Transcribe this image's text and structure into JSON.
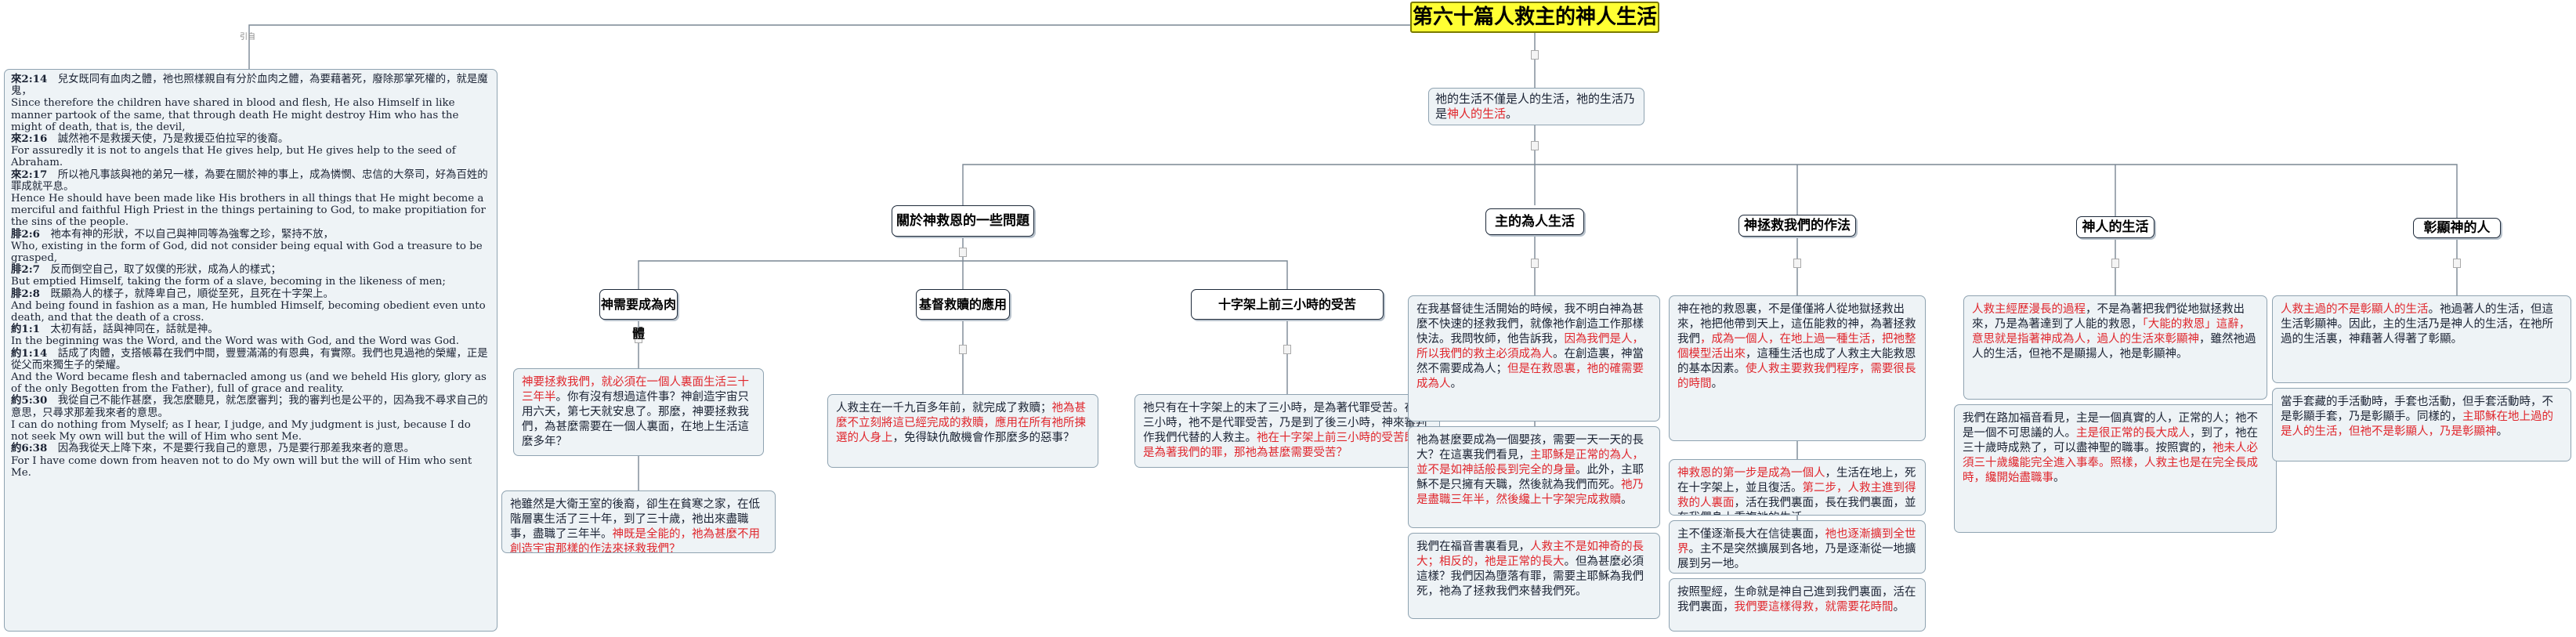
{
  "title": "第六十篇人救主的神人生活",
  "quote_label": "引自",
  "scripture": [
    {
      "ref": "來2:14",
      "zh": "兒女既同有血肉之體，祂也照樣親自有分於血肉之體，為要藉著死，廢除那掌死權的，就是魔鬼，",
      "en": "Since therefore the children have shared in blood and flesh, He also Himself in like manner partook of the same, that through death He might destroy Him who has the might of death, that is, the devil,"
    },
    {
      "ref": "來2:16",
      "zh": "誠然祂不是救援天使，乃是救援亞伯拉罕的後裔。",
      "en": "For assuredly it is not to angels that He gives help, but He gives help to the seed of Abraham."
    },
    {
      "ref": "來2:17",
      "zh": "所以祂凡事該與祂的弟兄一樣，為要在關於神的事上，成為憐憫、忠信的大祭司，好為百姓的罪成就平息。",
      "en": "Hence He should have been made like His brothers in all things that He might become a merciful and faithful High Priest in the things pertaining to God, to make propitiation for the sins of the people."
    },
    {
      "ref": "腓2:6",
      "zh": "祂本有神的形狀，不以自己與神同等為強奪之珍，緊持不放，",
      "en": "Who, existing in the form of God, did not consider being equal with God a treasure to be grasped,"
    },
    {
      "ref": "腓2:7",
      "zh": "反而倒空自己，取了奴僕的形狀，成為人的樣式；",
      "en": "But emptied Himself, taking the form of a slave, becoming in the likeness of men;"
    },
    {
      "ref": "腓2:8",
      "zh": "既顯為人的樣子，就降卑自己，順從至死，且死在十字架上。",
      "en": "And being found in fashion as a man, He humbled Himself, becoming obedient even unto death, and that the death of a cross."
    },
    {
      "ref": "約1:1",
      "zh": "太初有話，話與神同在，話就是神。",
      "en": "In the beginning was the Word, and the Word was with God, and the Word was God."
    },
    {
      "ref": "約1:14",
      "zh": "話成了肉體，支搭帳幕在我們中間，豐豐滿滿的有恩典，有實際。我們也見過祂的榮耀，正是從父而來獨生子的榮耀。",
      "en": "And the Word became flesh and tabernacled among us (and we beheld His glory, glory as of the only Begotten from the Father), full of grace and reality."
    },
    {
      "ref": "約5:30",
      "zh": "我從自己不能作甚麼，我怎麼聽見，就怎麼審判；我的審判也是公平的，因為我不尋求自己的意思，只尋求那差我來者的意思。",
      "en": "I can do nothing from Myself; as I hear, I judge, and My judgment is just, because I do not seek My own will but the will of Him who sent Me."
    },
    {
      "ref": "約6:38",
      "zh": "因為我從天上降下來，不是要行我自己的意思，乃是要行那差我來者的意思。",
      "en": "For I have come down from heaven not to do My own will but the will of Him who sent Me."
    }
  ],
  "center_box": [
    {
      "t": "祂的生活不僅是人的生活，祂的生活乃是",
      "red": false
    },
    {
      "t": "神人的生活",
      "red": true
    },
    {
      "t": "。",
      "red": false
    }
  ],
  "topics": {
    "t1": "關於神救恩的一些問題",
    "t2": "主的為人生活",
    "t3": "神拯救我們的作法",
    "t4": "神人的生活",
    "t5": "彰顯神的人",
    "s1": "神需要成為肉體",
    "s2": "基督救贖的應用",
    "s3": "十字架上前三小時的受苦"
  },
  "notes": {
    "s1a": [
      {
        "t": "神要拯救我們，就必須在一個人裏面生活三十三年半",
        "red": true
      },
      {
        "t": "。你有沒有想過這件事？神創造宇宙只用六天，第七天就安息了。那麼，神要拯救我們，為甚麼需要在一個人裏面，在地上生活這麼多年？",
        "red": false
      }
    ],
    "s1b": [
      {
        "t": "祂雖然是大衛王室的後裔，卻生在貧寒之家，在低階層裏生活了三十年，到了三十歲，祂出來盡職事，盡職了三年半。",
        "red": false
      },
      {
        "t": "神既是全能的，祂為甚麼不用創造宇宙那樣的作法來拯救我們？",
        "red": true
      }
    ],
    "s2a": [
      {
        "t": "人救主在一千九百多年前，就完成了救贖；",
        "red": false
      },
      {
        "t": "祂為甚麼不立刻將這已經完成的救贖，應用在所有祂所揀選的人身上",
        "red": true
      },
      {
        "t": "，免得缺仇敵機會作那麼多的惡事？",
        "red": false
      }
    ],
    "s3a": [
      {
        "t": "祂只有在十字架上的末了三小時，是為著代罪受苦。在前三小時，祂不是代罪受苦，乃是到了後三小時，神來審判作我們代替的人救主。",
        "red": false
      },
      {
        "t": "祂在十字架上前三小時的受苦既不是為著我們的罪，那祂為甚麼需要受苦？",
        "red": true
      }
    ],
    "t2a": [
      {
        "t": "在我基督徒生活開始的時候，我不明白神為甚麼不快速的拯救我們，就像祂作創造工作那樣快法。我問牧師，他告訴我，",
        "red": false
      },
      {
        "t": "因為我們是人，所以我們的救主必須成為人",
        "red": true
      },
      {
        "t": "。在創造裏，神當然不需要成為人；",
        "red": false
      },
      {
        "t": "但是在救恩裏，祂的確需要成為人",
        "red": true
      },
      {
        "t": "。",
        "red": false
      }
    ],
    "t2b": [
      {
        "t": "祂為甚麼要成為一個嬰孩，需要一天一天的長大？在這裏我們看見，",
        "red": false
      },
      {
        "t": "主耶穌是正常的為人，並不是如神話般長到完全的身量",
        "red": true
      },
      {
        "t": "。此外，主耶穌不是只擁有天職，然後就為我們而死。",
        "red": false
      },
      {
        "t": "祂乃是盡職三年半，然後纔上十字架完成救贖",
        "red": true
      },
      {
        "t": "。",
        "red": false
      }
    ],
    "t2c": [
      {
        "t": "我們在福音書裏看見，",
        "red": false
      },
      {
        "t": "人救主不是如神奇的長大；相反的，祂是正常的長大",
        "red": true
      },
      {
        "t": "。但為甚麼必須這樣？我們因為墮落有罪，需要主耶穌為我們死，祂為了拯救我們來替我們死。",
        "red": false
      }
    ],
    "t3a": [
      {
        "t": "神在祂的救恩裏，不是僅僅將人從地獄拯救出來，祂把他帶到天上，這伍能救的神，為著拯救我們",
        "red": false
      },
      {
        "t": "，成為一個人，在地上過一種生活，把祂整個模型活出來",
        "red": true
      },
      {
        "t": "，這種生活也成了人救主大能救恩的基本因素。",
        "red": false
      },
      {
        "t": "使人救主要救我們程序，需要很長的時間",
        "red": true
      },
      {
        "t": "。",
        "red": false
      }
    ],
    "t3b": [
      {
        "t": "神救恩的第一步是成為一個人",
        "red": true
      },
      {
        "t": "，生活在地上，死在十字架上，並且復活。",
        "red": false
      },
      {
        "t": "第二步，人救主進到得救的人裏面",
        "red": true
      },
      {
        "t": "，活在我們裏面，長在我們裏面，並在我們身上重複祂的生活。",
        "red": false
      }
    ],
    "t3c": [
      {
        "t": "主不僅逐漸長大在信徒裏面，",
        "red": false
      },
      {
        "t": "祂也逐漸擴到全世界",
        "red": true
      },
      {
        "t": "。主不是突然擴展到各地，乃是逐漸從一地擴展到另一地。",
        "red": false
      }
    ],
    "t3d": [
      {
        "t": "按照聖經，生命就是神自己進到我們裏面，活在我們裏面，",
        "red": false
      },
      {
        "t": "我們要這樣得救，就需要花時間",
        "red": true
      },
      {
        "t": "。",
        "red": false
      }
    ],
    "t4a": [
      {
        "t": "人救主經歷漫長的過程",
        "red": true
      },
      {
        "t": "，不是為著把我們從地獄拯救出來，乃是為著達到了人能的救恩，",
        "red": false
      },
      {
        "t": "「大能的救恩」這辭，意思就是指著神成為人，過人的生活來彰顯神",
        "red": true
      },
      {
        "t": "，雖然祂過人的生活，但祂不是顯揚人，祂是彰顯神。",
        "red": false
      }
    ],
    "t4b": [
      {
        "t": "我們在路加福音看見，主是一個真實的人，正常的人；祂不是一個不可思議的人。",
        "red": false
      },
      {
        "t": "主是很正常的長大成人",
        "red": true
      },
      {
        "t": "，到了，祂在三十歲時成熟了，可以盡神聖的職事。按照實的，",
        "red": false
      },
      {
        "t": "祂未人必須三十歲纔能完全進入事奉。照樣，人救主也是在完全長成時，纔開始盡職事",
        "red": true
      },
      {
        "t": "。",
        "red": false
      }
    ],
    "t5a": [
      {
        "t": "人救主過的不是彰顯人的生活",
        "red": true
      },
      {
        "t": "。祂過著人的生活，但這生活彰顯神。因此，主的生活乃是神人的生活，在祂所過的生活裏，神藉著人得著了彰顯。",
        "red": false
      }
    ],
    "t5b": [
      {
        "t": "當手套藏的手活動時，手套也活動，但手套活動時，不是彰顯手套，乃是彰顯手。同樣的，",
        "red": false
      },
      {
        "t": "主耶穌在地上過的是人的生活，但祂不是彰顯人，乃是彰顯神",
        "red": true
      },
      {
        "t": "。",
        "red": false
      }
    ]
  }
}
